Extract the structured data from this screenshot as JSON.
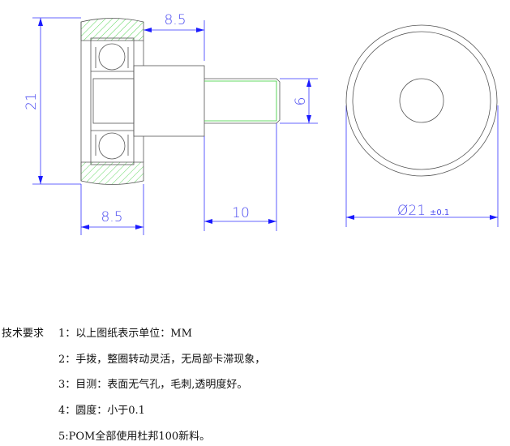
{
  "dimensions": {
    "height": "21",
    "hub_length": "8.5",
    "wheel_width": "8.5",
    "thread_length": "10",
    "thread_diameter": "6",
    "outer_diameter": "Ø21",
    "outer_diameter_tolerance": "±0.1"
  },
  "colors": {
    "dimension": "#3333ff",
    "hatch": "#33cc33",
    "outline": "#555555"
  },
  "notes": {
    "heading": "技术要求",
    "items": [
      "1：以上图纸表示单位：MM",
      "2：手拨，整圈转动灵活，无局部卡滞现象，",
      "3：目测：表面无气孔，毛刺,透明度好。",
      "4：圆度：小于0.1",
      "5:POM全部使用杜邦100新料。"
    ]
  }
}
